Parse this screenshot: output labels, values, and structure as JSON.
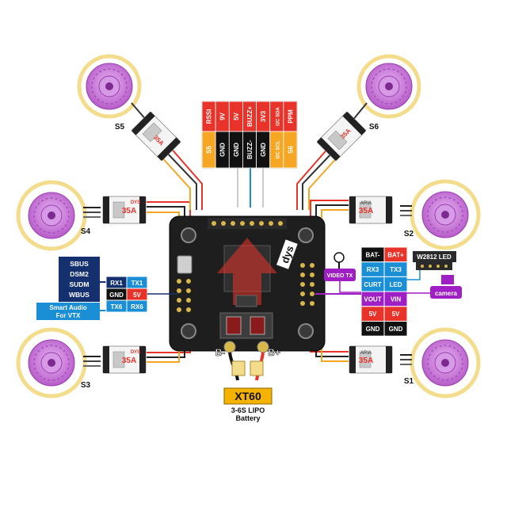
{
  "motors": {
    "s5": {
      "label": "S5"
    },
    "s6": {
      "label": "S6"
    },
    "s4": {
      "label": "S4"
    },
    "s2": {
      "label": "S2"
    },
    "s3": {
      "label": "S3"
    },
    "s1": {
      "label": "S1"
    }
  },
  "esc": {
    "amps": "35A",
    "brand": "DYS",
    "series": "ARIA"
  },
  "top_header": {
    "top_row": [
      "RSSI",
      "9V",
      "5V",
      "BUZZ+",
      "3V3",
      "I2C SDA",
      "PPM"
    ],
    "bottom_row": [
      "S5",
      "GND",
      "GND",
      "BUZZ-",
      "GND",
      "I2C SCL",
      "S6"
    ]
  },
  "receiver": {
    "protocols": [
      "SBUS",
      "DSM2",
      "SUDM",
      "WBUS"
    ],
    "smart_audio": [
      "Smart Audio",
      "For VTX"
    ],
    "pins": [
      "RX1",
      "TX1",
      "GND",
      "5V",
      "TX6",
      "RX6"
    ]
  },
  "right_pins": [
    "BAT-",
    "BAT+",
    "RX3",
    "TX3",
    "CURT",
    "LED",
    "VOUT",
    "VIN",
    "5V",
    "5V",
    "GND",
    "GND"
  ],
  "video_tx": "VIDEO TX",
  "led_strip": "W2812 LED",
  "camera": "camera",
  "pads": {
    "neg": "B-",
    "pos": "B+"
  },
  "battery": {
    "connector": "XT60",
    "line1": "3-6S LIPO",
    "line2": "Battery"
  },
  "fc_logo": "dys",
  "colors": {
    "propeller": "#c77ad6",
    "prop_ring": "#f3dd8c",
    "pcb": "#1e1e1e",
    "red": "#e8332a",
    "blue": "#1a8fd6",
    "navy": "#14306e",
    "purple": "#a01fc4",
    "orange": "#f5a623"
  }
}
